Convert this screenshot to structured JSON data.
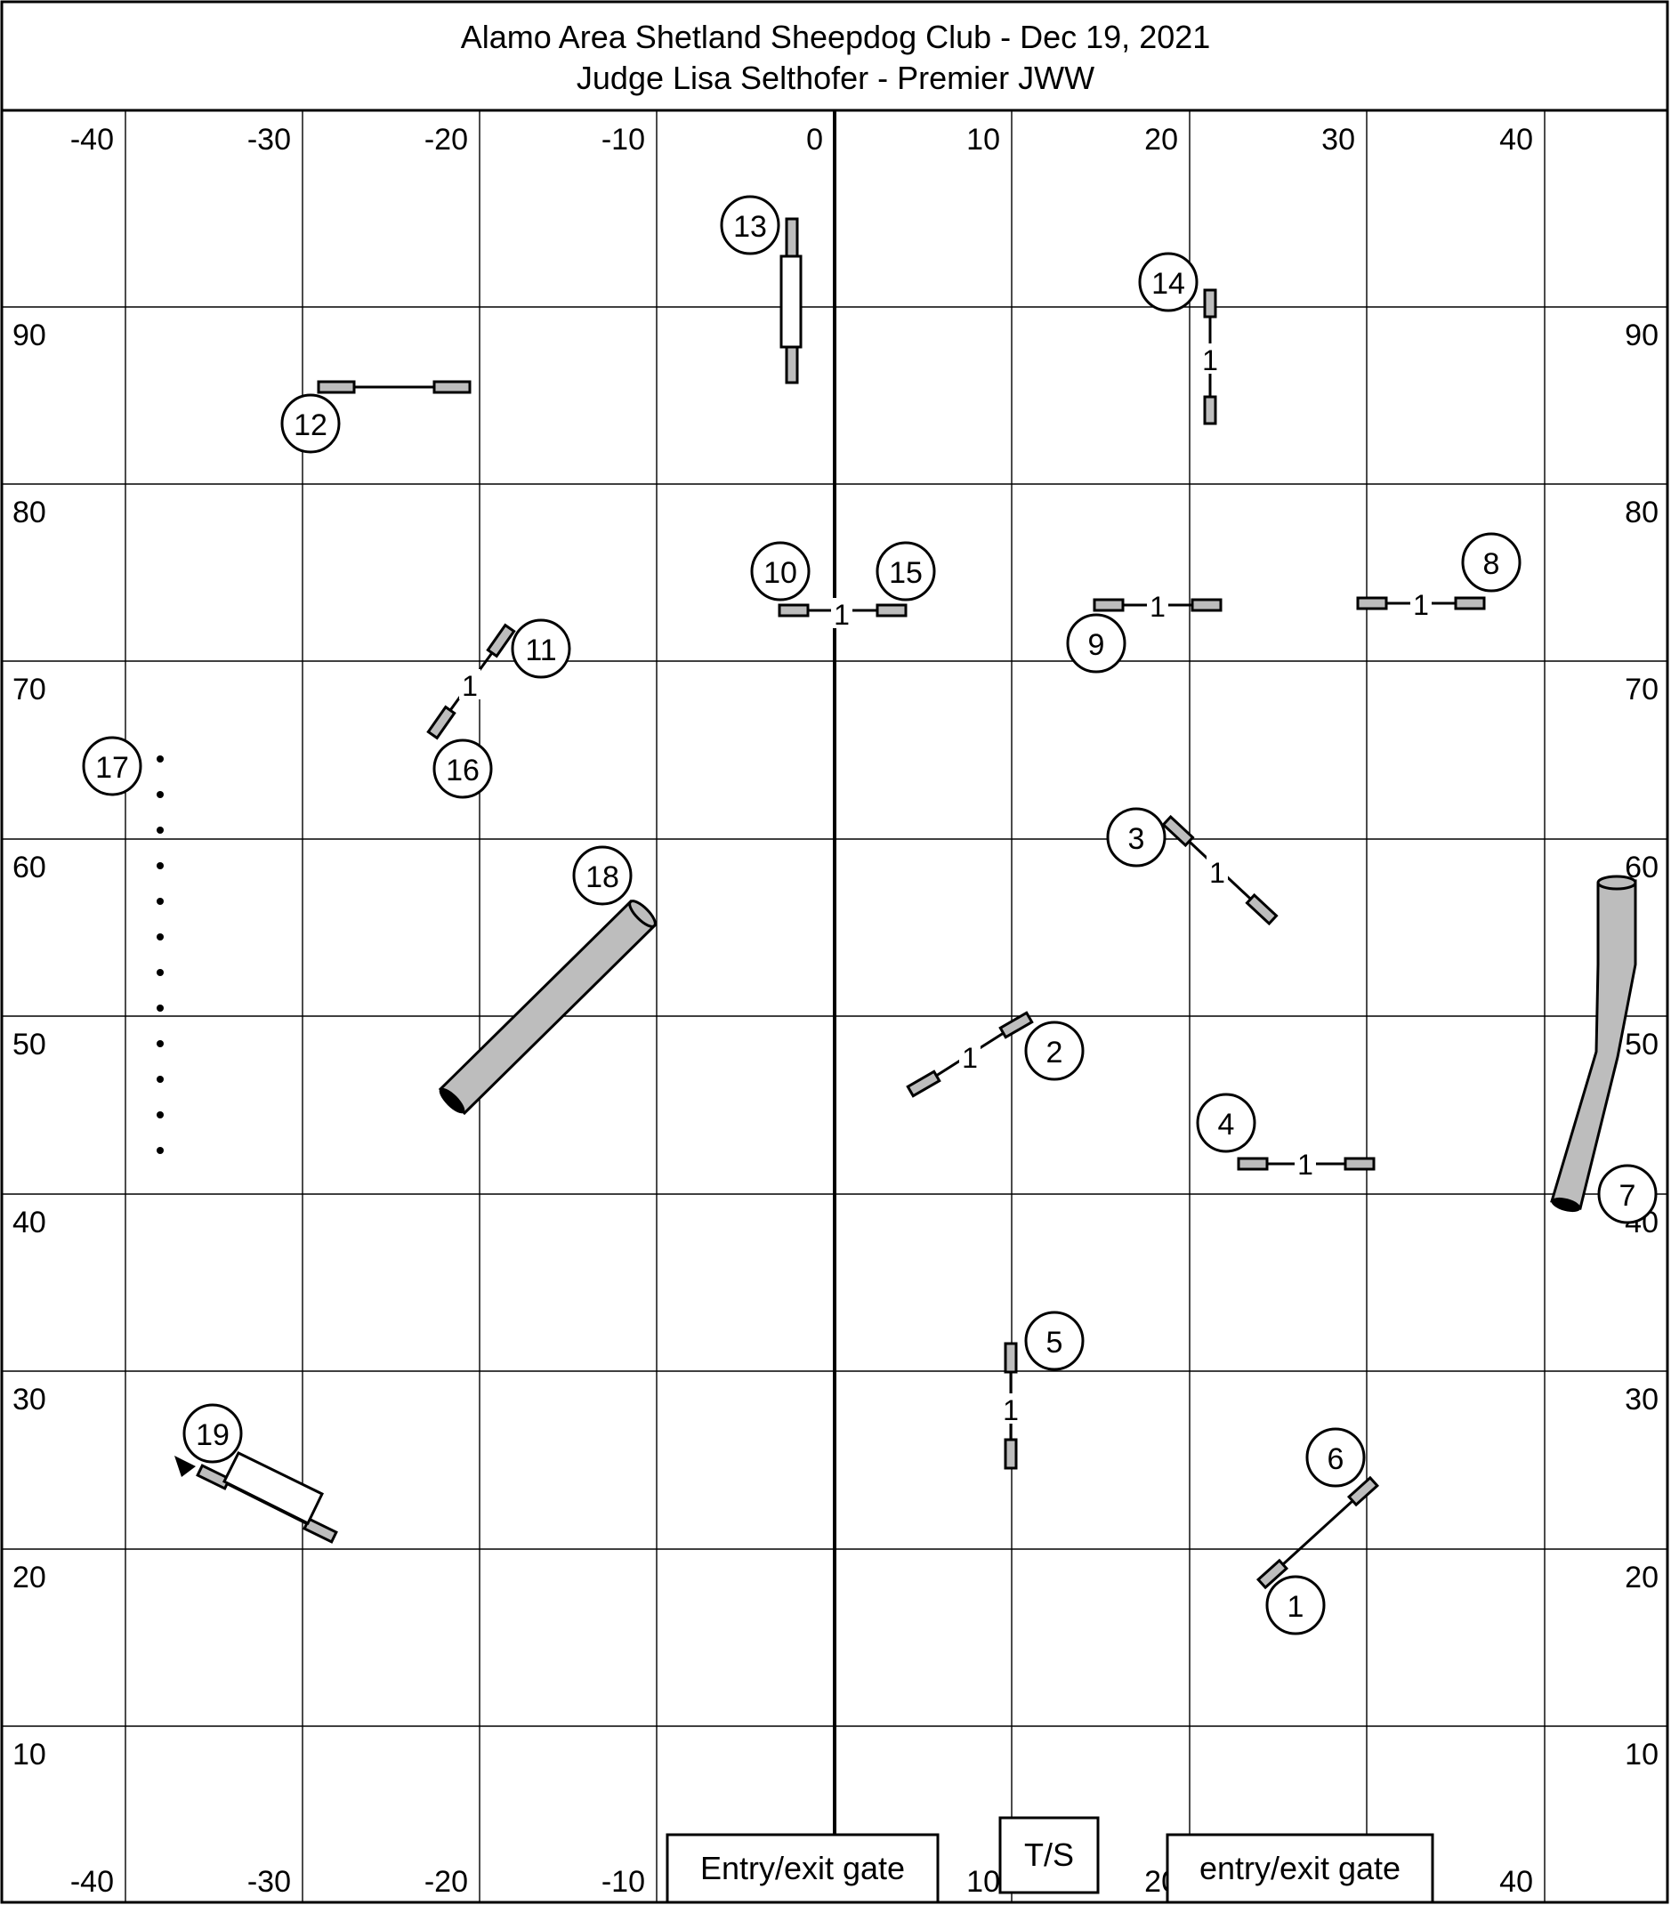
{
  "title": {
    "line1": "Alamo Area Shetland Sheepdog Club - Dec 19, 2021",
    "line2": "Judge Lisa Selthofer - Premier JWW"
  },
  "axes": {
    "x_ticks": [
      "-40",
      "-30",
      "-20",
      "-10",
      "0",
      "10",
      "20",
      "30",
      "40"
    ],
    "y_ticks": [
      "90",
      "80",
      "70",
      "60",
      "50",
      "40",
      "30",
      "20",
      "10"
    ]
  },
  "obstacles": {
    "jump_1_number": "1",
    "jump_2_number": "2",
    "jump_2_spacing": "1",
    "jump_3_number": "3",
    "jump_3_spacing": "1",
    "jump_4_number": "4",
    "jump_4_spacing": "1",
    "jump_5_number": "5",
    "jump_5_spacing": "1",
    "jump_6_number": "6",
    "tunnel_7_number": "7",
    "jump_8_number": "8",
    "jump_8_spacing": "1",
    "jump_9_number": "9",
    "jump_9_spacing": "1",
    "jump_10_number": "10",
    "jump_10_spacing": "1",
    "jump_11_number": "11",
    "jump_11_spacing": "1",
    "jump_12_number": "12",
    "tire_13_number": "13",
    "jump_14_number": "14",
    "jump_14_spacing": "1",
    "jump_15_number": "15",
    "jump_16_number": "16",
    "weaves_17_number": "17",
    "tunnel_18_number": "18",
    "jump_19_number": "19"
  },
  "gates": {
    "entry_left": "Entry/exit gate",
    "ts": "T/S",
    "entry_right": "entry/exit gate"
  }
}
